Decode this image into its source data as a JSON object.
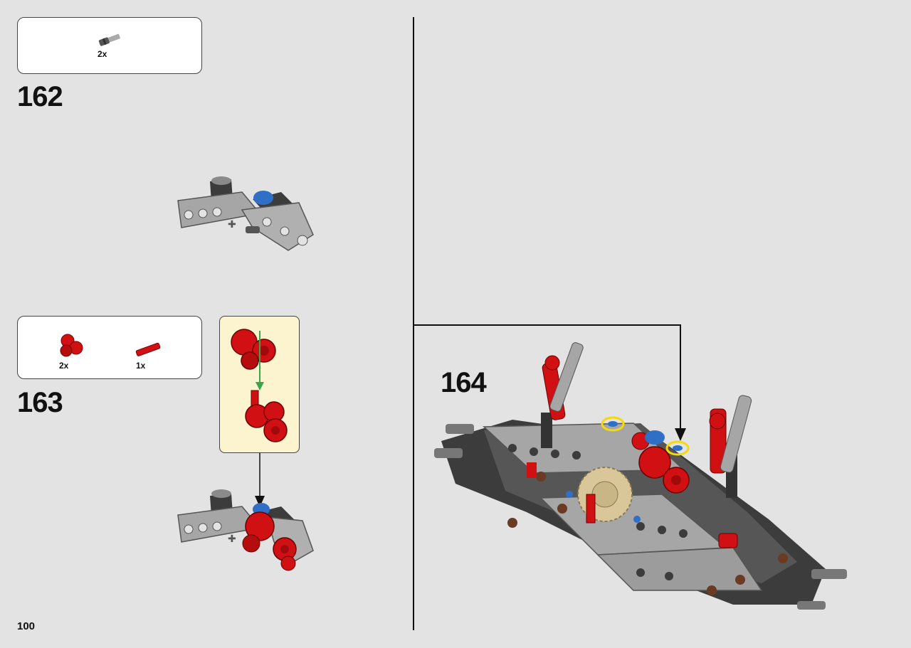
{
  "page": {
    "number": "100"
  },
  "steps": [
    {
      "number": "162",
      "parts": [
        {
          "name": "pin-with-axle-gray",
          "qty": "2x"
        }
      ]
    },
    {
      "number": "163",
      "parts": [
        {
          "name": "red-double-pin-connector",
          "qty": "2x"
        },
        {
          "name": "red-axle",
          "qty": "1x"
        }
      ]
    },
    {
      "number": "164",
      "parts": []
    }
  ],
  "colors": {
    "background": "#e3e3e3",
    "callout": "#fcf3cf",
    "brick_red": "#d01012",
    "brick_gray": "#9c9c9c",
    "brick_dark": "#3c3c3c",
    "brick_blue": "#2f6fc6",
    "highlight_yellow": "#f5d90a",
    "gear_tan": "#d9c79a",
    "arrow_green": "#3aa64a"
  }
}
